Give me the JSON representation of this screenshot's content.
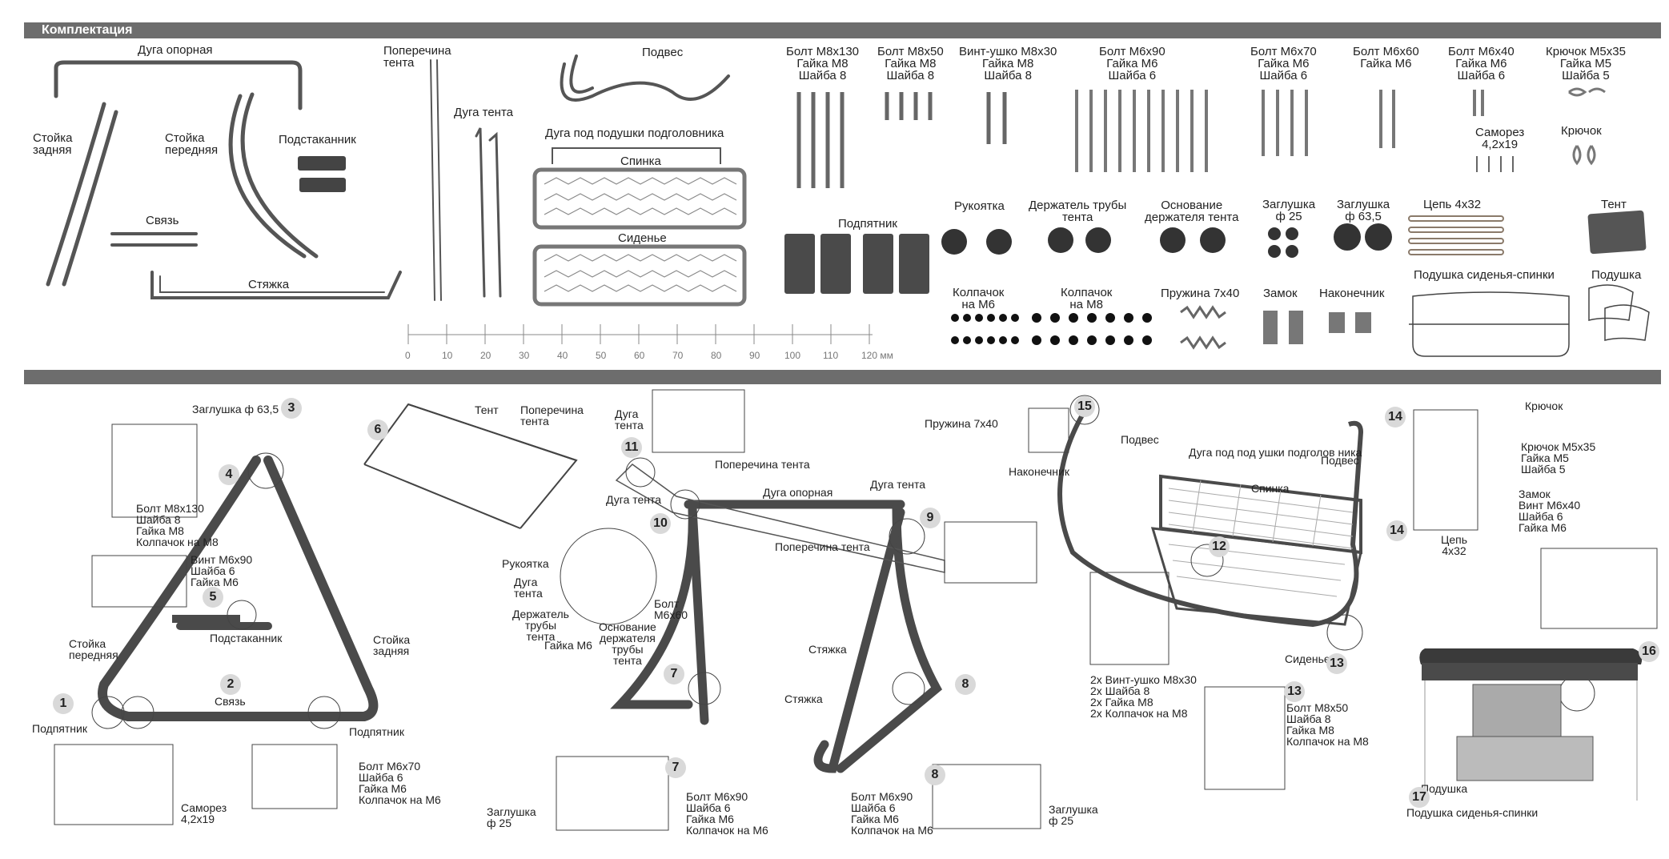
{
  "header": {
    "title": "Комплектация"
  },
  "parts": {
    "duga_opornaya": "Дуга опорная",
    "poperechina_tenta": "Поперечина\nтента",
    "podves": "Подвес",
    "stoyka_zadnyaya": "Стойка\nзадняя",
    "stoyka_perednyaya": "Стойка\nпередняя",
    "podstakannik": "Подстаканник",
    "svyaz": "Связь",
    "styazhka": "Стяжка",
    "duga_tenta": "Дуга тента",
    "duga_pod_podushki": "Дуга под подушки подголовника",
    "spinka": "Спинка",
    "sidenye": "Сиденье",
    "podpyatnik": "Подпятник"
  },
  "fasteners": [
    {
      "label": "Болт М8х130\nГайка М8\nШайба 8"
    },
    {
      "label": "Болт М8х50\nГайка М8\nШайба 8"
    },
    {
      "label": "Винт-ушко М8х30\nГайка М8\nШайба 8"
    },
    {
      "label": "Болт М6х90\nГайка М6\nШайба 6"
    },
    {
      "label": "Болт М6х70\nГайка М6\nШайба 6"
    },
    {
      "label": "Болт М6х60\nГайка М6"
    },
    {
      "label": "Болт М6х40\nГайка М6\nШайба 6"
    },
    {
      "label": "Крючок М5х35\nГайка М5\nШайба 5"
    }
  ],
  "small_parts": {
    "samorez": "Саморез\n4,2х19",
    "kryuchok": "Крючок",
    "ruchka": "Рукоятка",
    "derzhatel": "Держатель трубы\nтента",
    "osnovanie": "Основание\nдержателя тента",
    "zaglushka25": "Заглушка\nф 25",
    "zaglushka63": "Заглушка\nф 63,5",
    "cep": "Цепь 4х32",
    "tent": "Тент",
    "kolpachok6": "Колпачок\nна М6",
    "kolpachok8": "Колпачок\nна М8",
    "pruzhina": "Пружина 7х40",
    "zamok": "Замок",
    "nakonechnik": "Наконечник",
    "podushka_ss": "Подушка сиденья-спинки",
    "podushka": "Подушка"
  },
  "ruler": {
    "ticks": [
      "0",
      "10",
      "20",
      "30",
      "40",
      "50",
      "60",
      "70",
      "80",
      "90",
      "100",
      "110",
      "120 мм"
    ]
  },
  "steps": {
    "s3": "Заглушка ф 63,5",
    "s4": "Болт М8х130\nШайба 8\nГайка М8\nКолпачок на М8",
    "s5": "Винт М6х90\nШайба 6\nГайка М6",
    "s1_callout": "Саморез\n4,2х19",
    "s2_callout": "Болт М6х70\nШайба 6\nГайка М6\nКолпачок на М6",
    "s7_callout": "Болт М6х90\nШайба 6\nГайка М6\nКолпачок на М6",
    "s7_plug": "Заглушка\nф 25",
    "s8_callout": "Болт М6х90\nШайба 6\nГайка М6\nКолпачок на М6",
    "s8_plug": "Заглушка\nф 25",
    "s10_ruchka": "Рукоятка",
    "s10_duga": "Дуга\nтента",
    "s10_derzh": "Держатель\nтрубы\nтента",
    "s10_gayka": "Гайка М6",
    "s10_osn": "Основание\nдержателя\nтрубы\nтента",
    "s10_bolt": "Болт\nМ6х60",
    "s11_duga": "Дуга\nтента",
    "s11_poper": "Поперечина тента",
    "s12_callout": "2х Винт-ушко М8х30\n2х Шайба 8\n2х Гайка М8\n2х Колпачок на М8",
    "s13_callout": "Болт М8х50\nШайба 8\nГайка М8\nКолпачок на М8",
    "s14_callout": "Крючок М5х35\nГайка М5\nШайба 5",
    "s14_zamok": "Замок\nВинт М6х40\nШайба 6\nГайка М6",
    "s14_cep": "Цепь\n4х32",
    "s15_pruzhina": "Пружина 7х40",
    "s15_nakon": "Наконечник",
    "frame_labels": {
      "podstakannik": "Подстаканник",
      "stoyka_perednyaya": "Стойка\nпередняя",
      "stoyka_zadnyaya": "Стойка\nзадняя",
      "svyaz": "Связь",
      "podpyatnik1": "Подпятник",
      "podpyatnik2": "Подпятник",
      "tent": "Тент",
      "poperechina": "Поперечина\nтента",
      "duga_tenta_l": "Дуга тента",
      "duga_tenta_r": "Дуга тента",
      "duga_opornaya": "Дуга опорная",
      "poperechina_mid": "Поперечина тента",
      "styazhka1": "Стяжка",
      "styazhka2": "Стяжка",
      "podves1": "Подвес",
      "podves2": "Подвес",
      "duga_pod_ushki": "Дуга под под ушки подголов ника",
      "spinka": "Спинка",
      "sidenye": "Сиденье",
      "kryuchok": "Крючок",
      "podushka": "Подушка",
      "podushka_ss": "Подушка сиденья-спинки"
    },
    "numbers": [
      "1",
      "2",
      "3",
      "4",
      "5",
      "6",
      "7",
      "8",
      "9",
      "10",
      "11",
      "12",
      "13",
      "14",
      "14",
      "15",
      "16",
      "17",
      "7",
      "8",
      "13"
    ]
  },
  "colors": {
    "header_bar": "#6d6d6d",
    "frame": "#5a5a5a",
    "badge": "#d9d9d9"
  }
}
